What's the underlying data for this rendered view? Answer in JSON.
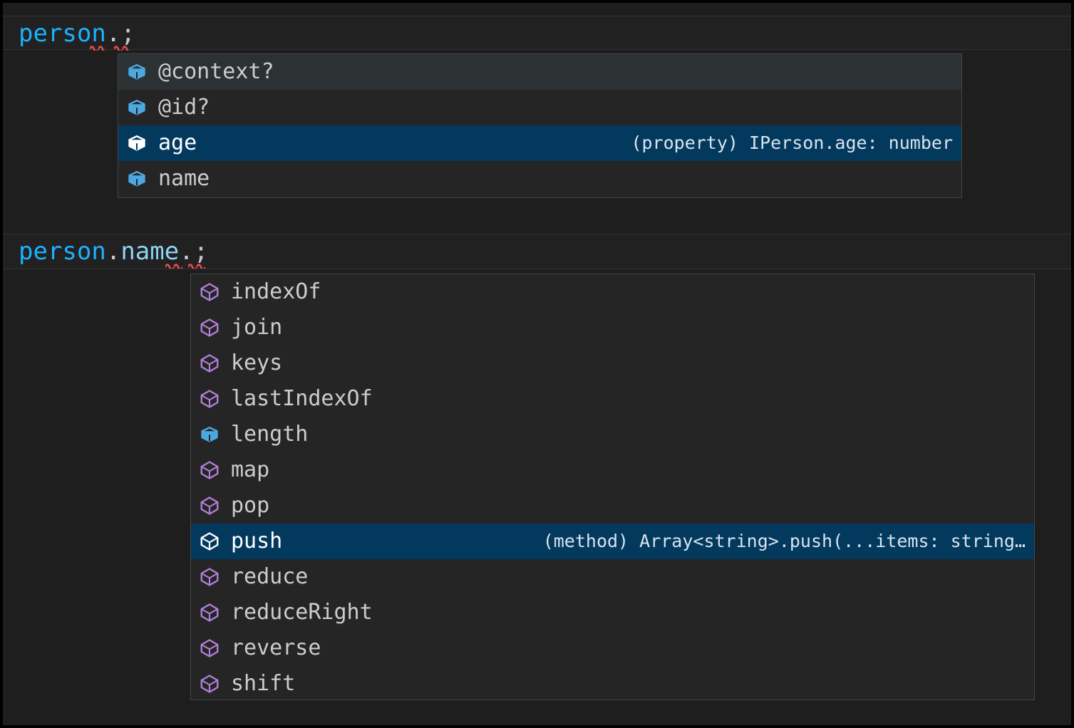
{
  "editor": {
    "lines": [
      {
        "id": "line-1",
        "var": "person",
        "punct_after_var": ".",
        "terminator": ";",
        "full_text": "person.;"
      },
      {
        "id": "line-2",
        "var": "person",
        "dot1": ".",
        "prop": "name",
        "dot2": ".",
        "terminator": ";",
        "full_text": "person.name.;"
      }
    ]
  },
  "colors": {
    "editor_background": "#1e1e1e",
    "suggest_background": "#252526",
    "suggest_border": "#454545",
    "focus_background": "#04395e",
    "hover_background": "#2c3134",
    "variable_blue": "#1ab2ff",
    "property_blue": "#8fd4f5",
    "punctuation_gray": "#c8c8c8",
    "icon_property_blue": "#4ea8e0",
    "icon_method_purple": "#b180d7",
    "icon_focused_white": "#ffffff",
    "squiggle_red": "#f14c4c"
  },
  "suggest_widget_1": {
    "name": "person-member-suggestions",
    "items": [
      {
        "label": "@context?",
        "icon": "property-cube-icon",
        "icon_kind": "property",
        "state": "hovered",
        "detail": ""
      },
      {
        "label": "@id?",
        "icon": "property-cube-icon",
        "icon_kind": "property",
        "state": "normal",
        "detail": ""
      },
      {
        "label": "age",
        "icon": "property-cube-icon",
        "icon_kind": "property",
        "state": "focused",
        "detail": "(property) IPerson.age: number"
      },
      {
        "label": "name",
        "icon": "property-cube-icon",
        "icon_kind": "property",
        "state": "normal",
        "detail": ""
      }
    ]
  },
  "suggest_widget_2": {
    "name": "person-name-member-suggestions",
    "items": [
      {
        "label": "indexOf",
        "icon": "method-cube-icon",
        "icon_kind": "method",
        "state": "normal",
        "detail": ""
      },
      {
        "label": "join",
        "icon": "method-cube-icon",
        "icon_kind": "method",
        "state": "normal",
        "detail": ""
      },
      {
        "label": "keys",
        "icon": "method-cube-icon",
        "icon_kind": "method",
        "state": "normal",
        "detail": ""
      },
      {
        "label": "lastIndexOf",
        "icon": "method-cube-icon",
        "icon_kind": "method",
        "state": "normal",
        "detail": ""
      },
      {
        "label": "length",
        "icon": "property-cube-icon",
        "icon_kind": "property",
        "state": "normal",
        "detail": ""
      },
      {
        "label": "map",
        "icon": "method-cube-icon",
        "icon_kind": "method",
        "state": "normal",
        "detail": ""
      },
      {
        "label": "pop",
        "icon": "method-cube-icon",
        "icon_kind": "method",
        "state": "normal",
        "detail": ""
      },
      {
        "label": "push",
        "icon": "method-cube-icon",
        "icon_kind": "method",
        "state": "focused",
        "detail": "(method) Array<string>.push(...items: string…"
      },
      {
        "label": "reduce",
        "icon": "method-cube-icon",
        "icon_kind": "method",
        "state": "normal",
        "detail": ""
      },
      {
        "label": "reduceRight",
        "icon": "method-cube-icon",
        "icon_kind": "method",
        "state": "normal",
        "detail": ""
      },
      {
        "label": "reverse",
        "icon": "method-cube-icon",
        "icon_kind": "method",
        "state": "normal",
        "detail": ""
      },
      {
        "label": "shift",
        "icon": "method-cube-icon",
        "icon_kind": "method",
        "state": "normal",
        "detail": ""
      }
    ]
  }
}
